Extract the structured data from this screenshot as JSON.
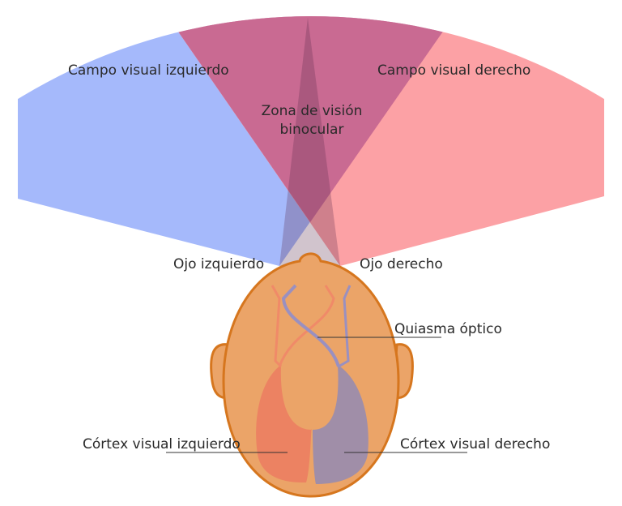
{
  "labels": {
    "left_field": "Campo visual izquierdo",
    "right_field": "Campo visual derecho",
    "binocular_line1": "Zona de visión",
    "binocular_line2": "binocular",
    "left_eye": "Ojo izquierdo",
    "right_eye": "Ojo derecho",
    "chiasm": "Quiasma óptico",
    "left_cortex": "Córtex visual izquierdo",
    "right_cortex": "Córtex visual derecho"
  },
  "colors": {
    "left_field": "#a5b9fb",
    "right_field": "#fca1a5",
    "binocular": "#c96a92",
    "head": "#eba468",
    "head_outline": "#d6761e",
    "left_cortex": "#ec8262",
    "right_cortex": "#a08ea8"
  }
}
